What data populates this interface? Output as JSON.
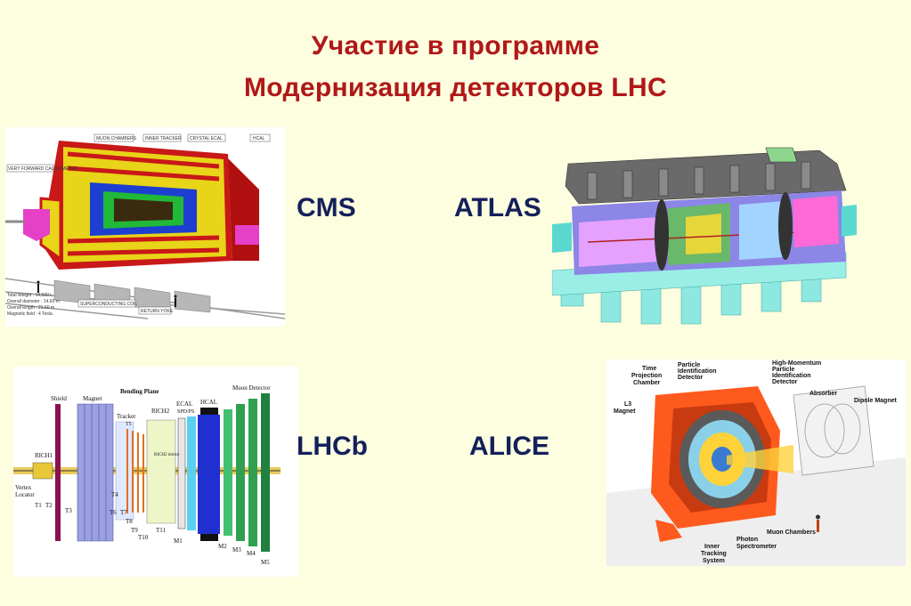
{
  "title": {
    "line1": "Участие в программе",
    "line2": "Модернизация детекторов LHC"
  },
  "detectors": {
    "cms": {
      "label": "CMS",
      "image_text": {
        "muon_chambers": "MUON CHAMBERS",
        "inner_tracker": "INNER TRACKER",
        "crystal_ecal": "CRYSTAL ECAL",
        "hcal": "HCAL",
        "very_forward": "VERY FORWARD CALORIMETER",
        "superconducting_coil": "SUPERCONDUCTING COIL",
        "return_yoke": "RETURN YOKE",
        "spec_weight": "Total Weight : 14,500 t.",
        "spec_diameter": "Overall diameter : 14.60 m",
        "spec_length": "Overall length : 21.60 m",
        "spec_field": "Magnetic field : 4 Tesla"
      }
    },
    "atlas": {
      "label": "ATLAS"
    },
    "lhcb": {
      "label": "LHCb",
      "image_text": {
        "shield": "Shield",
        "magnet": "Magnet",
        "bending_plane": "Bending Plane",
        "muon_detector": "Muon Detector",
        "tracker": "Tracker",
        "rich2": "RICH2",
        "ecal": "ECAL",
        "hcal": "HCAL",
        "spd_ps": "SPD/PS",
        "rich1": "RICH1",
        "vertex": "Vertex",
        "locator": "Locator",
        "t1": "T1",
        "t2": "T2",
        "t3": "T3",
        "t4": "T4",
        "t5": "T5",
        "t6": "T6",
        "t7": "T7",
        "t8": "T8",
        "t9": "T9",
        "t10": "T10",
        "t11": "T11",
        "m1": "M1",
        "m2": "M2",
        "m3": "M3",
        "m4": "M4",
        "m5": "M5",
        "rich2_mirror": "RICH2 mirror"
      }
    },
    "alice": {
      "label": "ALICE",
      "image_text": {
        "tpc": [
          "Time",
          "Projection",
          "Chamber"
        ],
        "pid": [
          "Particle",
          "Identification",
          "Detector"
        ],
        "hmpid": [
          "High-Momentum",
          "Particle",
          "Identification",
          "Detector"
        ],
        "absorber": "Absorber",
        "dipole": "Dipole Magnet",
        "l3": [
          "L3",
          "Magnet"
        ],
        "muon": "Muon Chambers",
        "photon": [
          "Photon",
          "Spectrometer"
        ],
        "its": [
          "Inner",
          "Tracking",
          "System"
        ]
      }
    }
  },
  "colors": {
    "title": "#b01818",
    "label": "#14205a",
    "background": "#fdfde0"
  }
}
